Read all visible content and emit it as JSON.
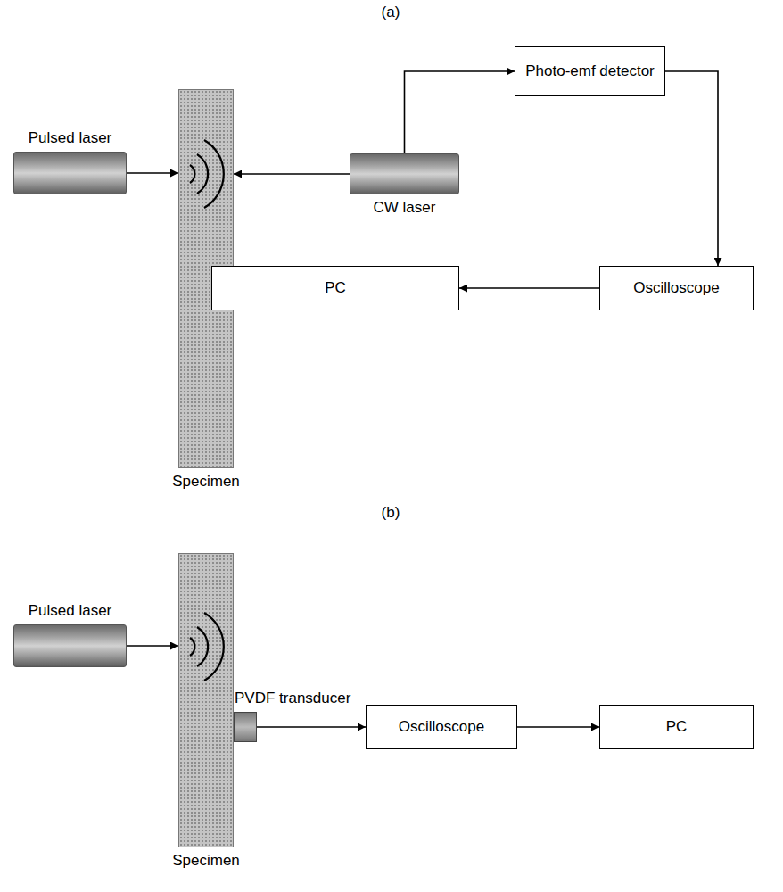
{
  "diagram": {
    "nodes": [
      {
        "text": [
          "Pulsed laser"
        ]
      },
      {
        "text": [
          "Specimen"
        ]
      },
      {
        "text": [
          "Photo-emf detector"
        ]
      },
      {
        "text": [
          "CW laser"
        ]
      },
      {
        "text": [
          "PC"
        ]
      },
      {
        "text": [
          "Oscilloscope"
        ]
      },
      {
        "text": [
          "Pulsed laser"
        ]
      },
      {
        "text": [
          "Specimen"
        ]
      },
      {
        "text": [
          "PVDF transducer"
        ]
      },
      {
        "text": [
          "Oscilloscope"
        ]
      },
      {
        "text": [
          "PC"
        ]
      }
    ],
    "edges": [
      {
        "from": 0,
        "to": 1,
        "arrow": "to"
      },
      {
        "from": 3,
        "to": 1,
        "arrow": "to"
      },
      {
        "from": 3,
        "to": 2,
        "arrow": "to"
      },
      {
        "from": 2,
        "to": 5,
        "arrow": "to"
      },
      {
        "from": 5,
        "to": 4,
        "arrow": "to"
      },
      {
        "from": 6,
        "to": 7,
        "arrow": "to"
      },
      {
        "from": 8,
        "to": 9,
        "arrow": "to"
      },
      {
        "from": 9,
        "to": 10,
        "arrow": "to"
      }
    ],
    "labels": [
      "(a)",
      "(b)"
    ]
  }
}
